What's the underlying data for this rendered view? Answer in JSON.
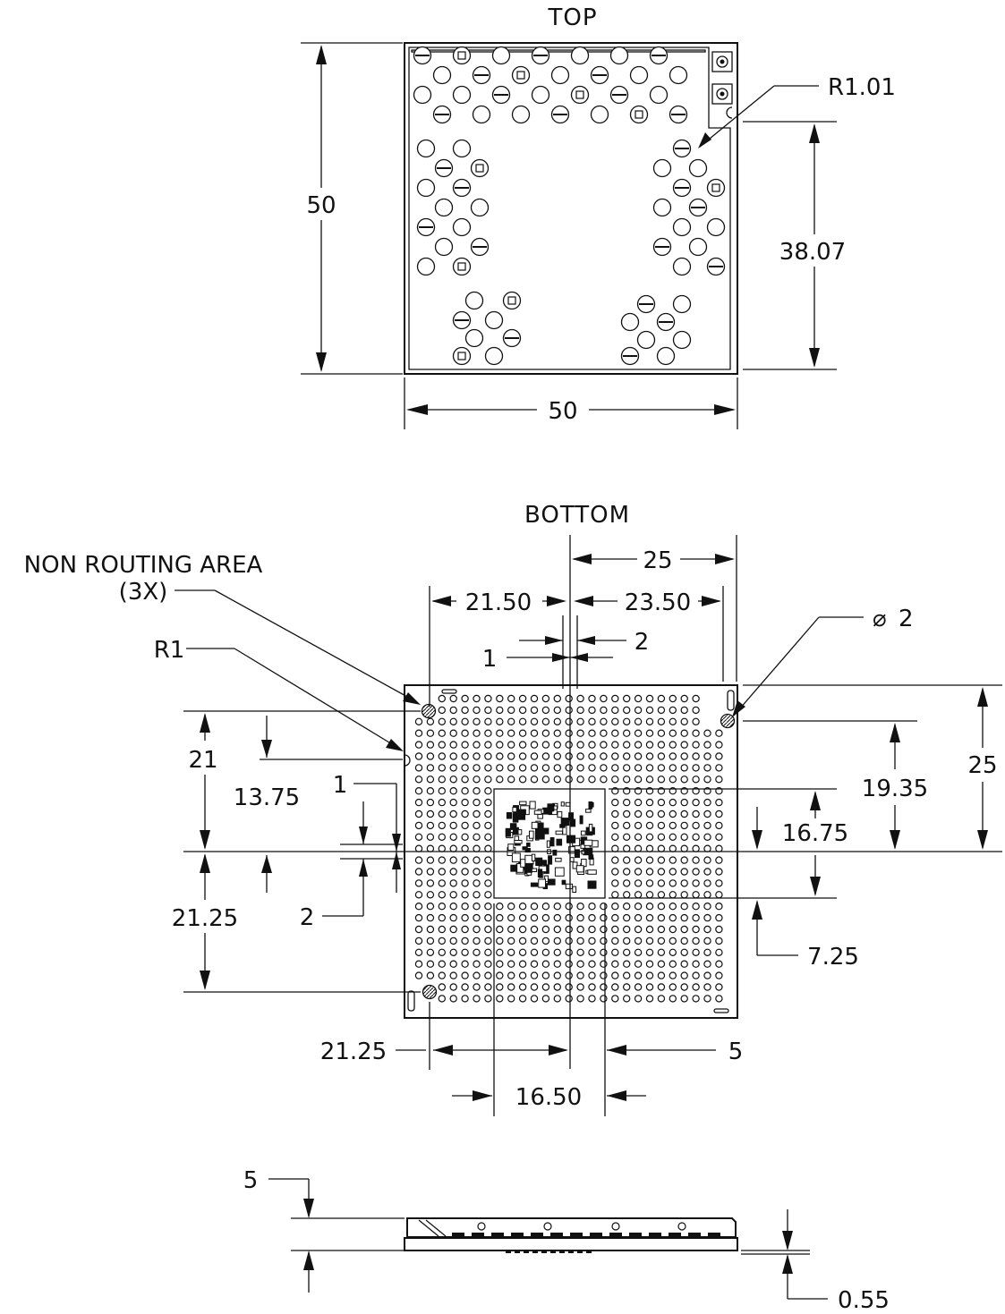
{
  "views": {
    "top": {
      "title": "TOP",
      "width": "50",
      "height": "50",
      "offset": "38.07",
      "corner_radius": "R1.01"
    },
    "bottom": {
      "title": "BOTTOM",
      "non_routing_area": "NON ROUTING AREA",
      "non_routing_count": "(3X)",
      "radius": "R1",
      "hole_diameter": "2",
      "diameter_symbol": "⌀",
      "dims": {
        "top_25": "25",
        "left_21_50": "21.50",
        "right_23_50": "23.50",
        "gap_1_top": "1",
        "gap_2_top": "2",
        "left_21": "21",
        "left_13_75": "13.75",
        "gap_1_left": "1",
        "gap_2_left": "2",
        "left_21_25": "21.25",
        "right_25": "25",
        "right_19_35": "19.35",
        "right_16_75": "16.75",
        "right_7_25": "7.25",
        "bottom_21_25": "21.25",
        "bottom_5": "5",
        "bottom_16_50": "16.50"
      }
    },
    "side": {
      "height": "5",
      "thickness": "0.55"
    }
  }
}
